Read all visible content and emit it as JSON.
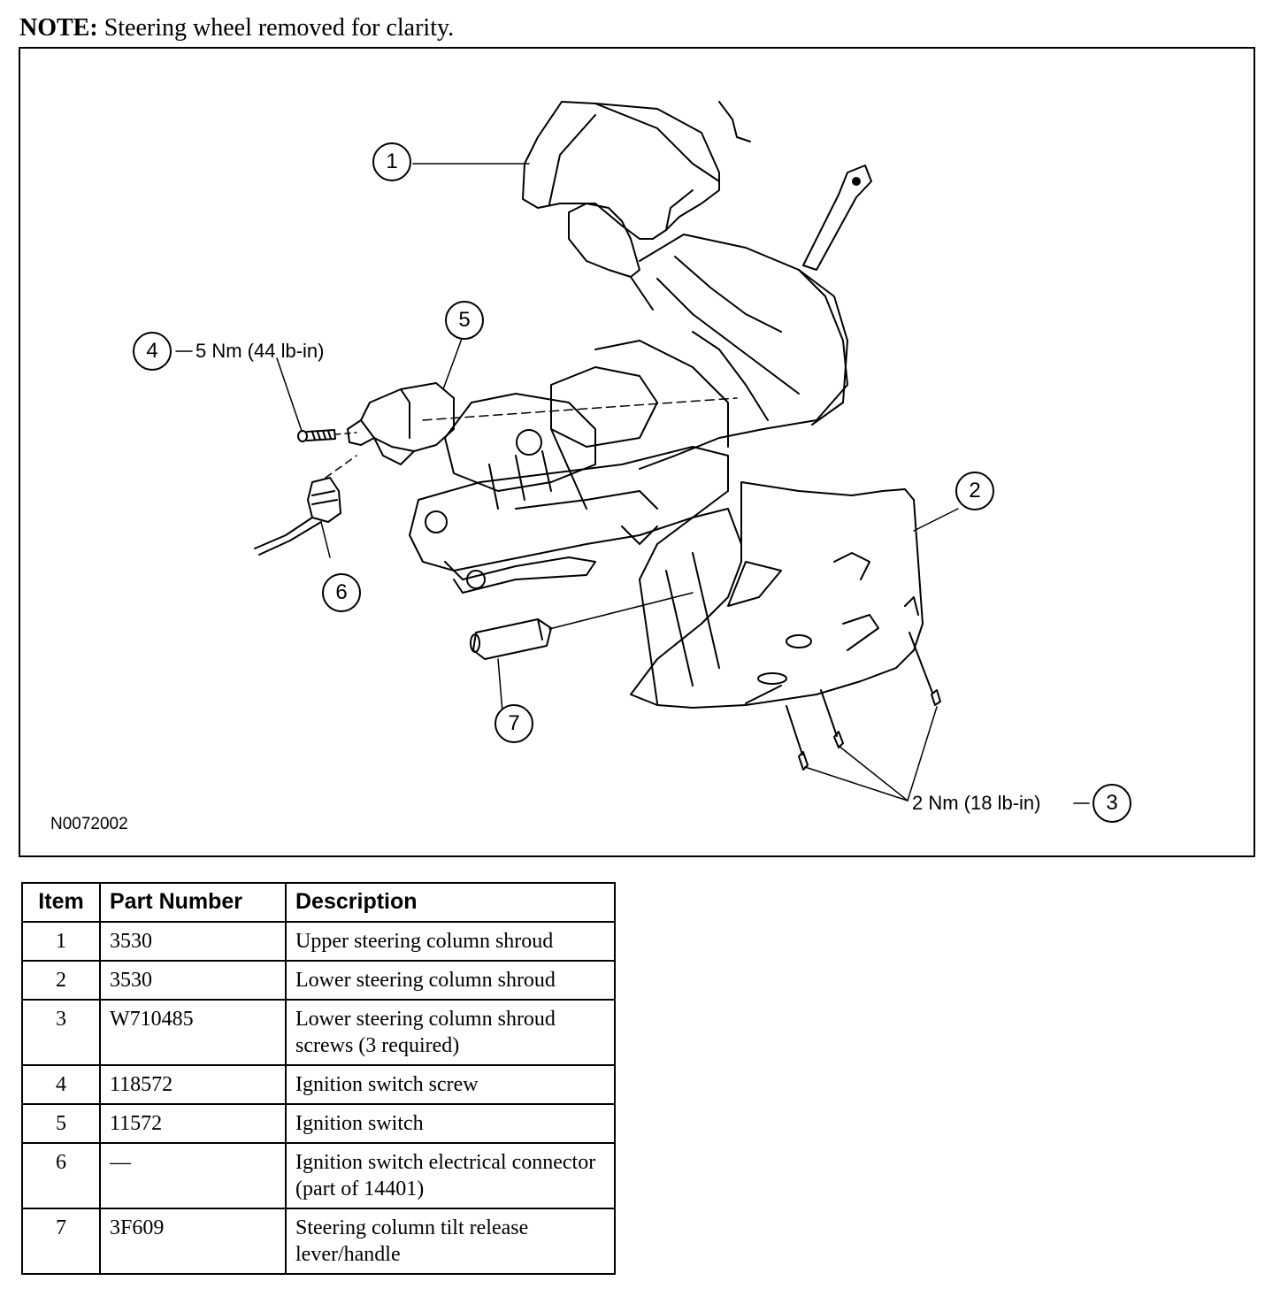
{
  "note": {
    "label": "NOTE:",
    "text": "Steering wheel removed for clarity."
  },
  "figure": {
    "id": "N0072002",
    "callouts": [
      {
        "num": "1",
        "text": ""
      },
      {
        "num": "2",
        "text": ""
      },
      {
        "num": "3",
        "text": "2 Nm (18 lb-in)"
      },
      {
        "num": "4",
        "text": "5 Nm (44 lb-in)"
      },
      {
        "num": "5",
        "text": ""
      },
      {
        "num": "6",
        "text": ""
      },
      {
        "num": "7",
        "text": ""
      }
    ]
  },
  "table": {
    "headers": [
      "Item",
      "Part Number",
      "Description"
    ],
    "rows": [
      {
        "item": "1",
        "part": "3530",
        "desc": "Upper steering column shroud"
      },
      {
        "item": "2",
        "part": "3530",
        "desc": "Lower steering column shroud"
      },
      {
        "item": "3",
        "part": "W710485",
        "desc": "Lower steering column shroud screws (3 required)"
      },
      {
        "item": "4",
        "part": "118572",
        "desc": "Ignition switch screw"
      },
      {
        "item": "5",
        "part": "11572",
        "desc": "Ignition switch"
      },
      {
        "item": "6",
        "part": "—",
        "desc": "Ignition switch electrical connector (part of 14401)"
      },
      {
        "item": "7",
        "part": "3F609",
        "desc": "Steering column tilt release lever/handle"
      }
    ]
  }
}
